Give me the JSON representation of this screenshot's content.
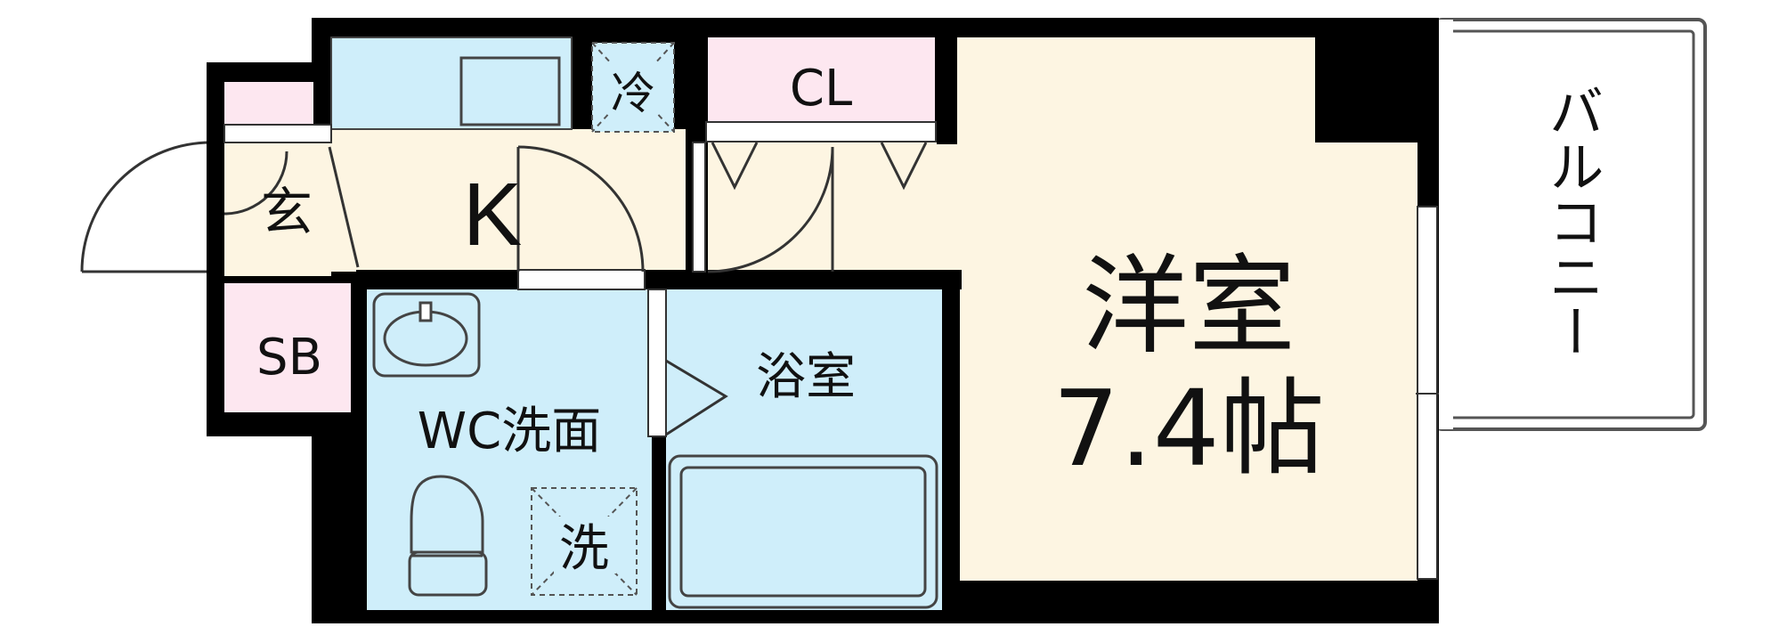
{
  "colors": {
    "wall": "#000000",
    "floor_main": "#fdf5e2",
    "floor_wet": "#cfeefa",
    "storage": "#fde7f0",
    "line": "#333333"
  },
  "rooms": {
    "entrance": "玄",
    "kitchen": "K",
    "refrigerator": "冷",
    "closet": "CL",
    "shoebox": "SB",
    "wc_wash": "WC洗面",
    "washer": "洗",
    "bath": "浴室",
    "western_room": "洋室",
    "western_room_size": "7.4帖",
    "balcony": "バルコニー"
  }
}
